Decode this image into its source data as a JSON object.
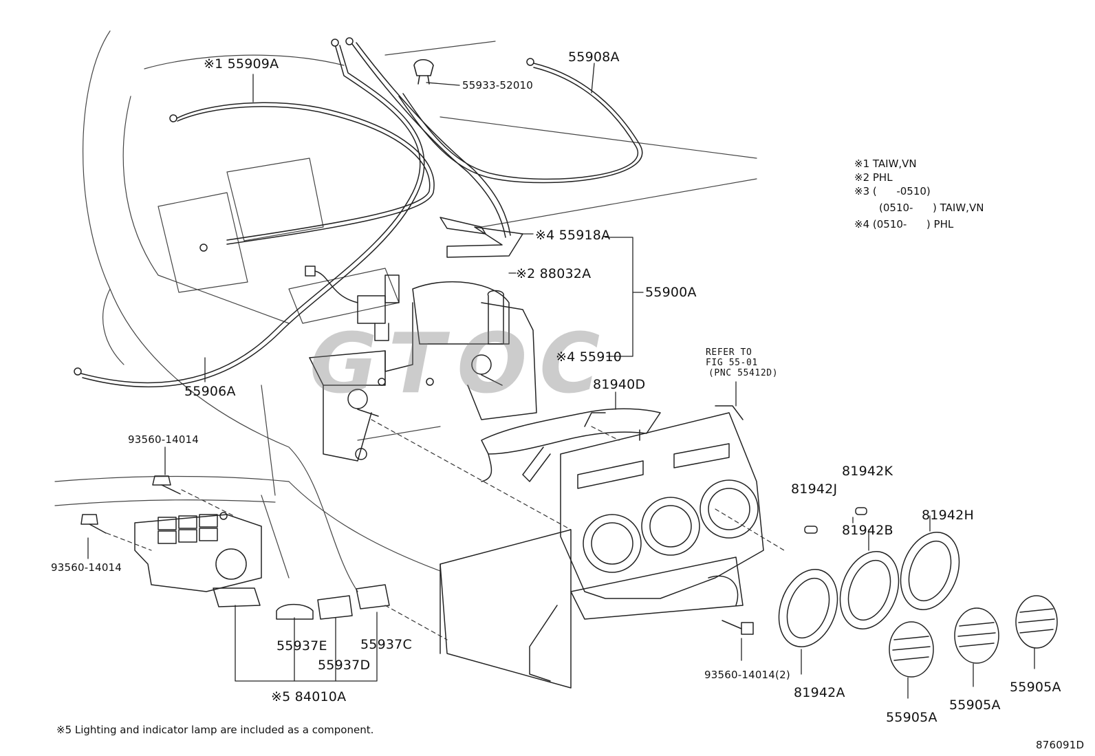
{
  "labels": {
    "p55909a": "※1 55909A",
    "p55933": "55933-52010",
    "p55908a": "55908A",
    "p55918a": "※4 55918A",
    "p88032a": "※2 88032A",
    "p55900a": "55900A",
    "p55910": "※4 55910",
    "p55906a": "55906A",
    "refer1": "REFER TO",
    "refer2": "FIG 55-01",
    "refer3": "(PNC 55412D)",
    "p81940d": "81940D",
    "p93560a": "93560-14014",
    "p93560b": "93560-14014",
    "p55937e": "55937E",
    "p55937d": "55937D",
    "p55937c": "55937C",
    "p84010a": "※5 84010A",
    "p81942j": "81942J",
    "p81942k": "81942K",
    "p81942b": "81942B",
    "p81942h": "81942H",
    "p93560c": "93560-14014(2)",
    "p81942a": "81942A",
    "p55905a1": "55905A",
    "p55905a2": "55905A",
    "p55905a3": "55905A"
  },
  "notes": {
    "n1": "※1 TAIW,VN",
    "n2": "※2 PHL",
    "n3": "※3 (      -0510)",
    "n3b": "(0510-      ) TAIW,VN",
    "n4": "※4 (0510-      ) PHL",
    "n5": "※5 Lighting and indicator lamp are included as a component."
  },
  "figure_id": "876091D",
  "watermark": "GTOC"
}
